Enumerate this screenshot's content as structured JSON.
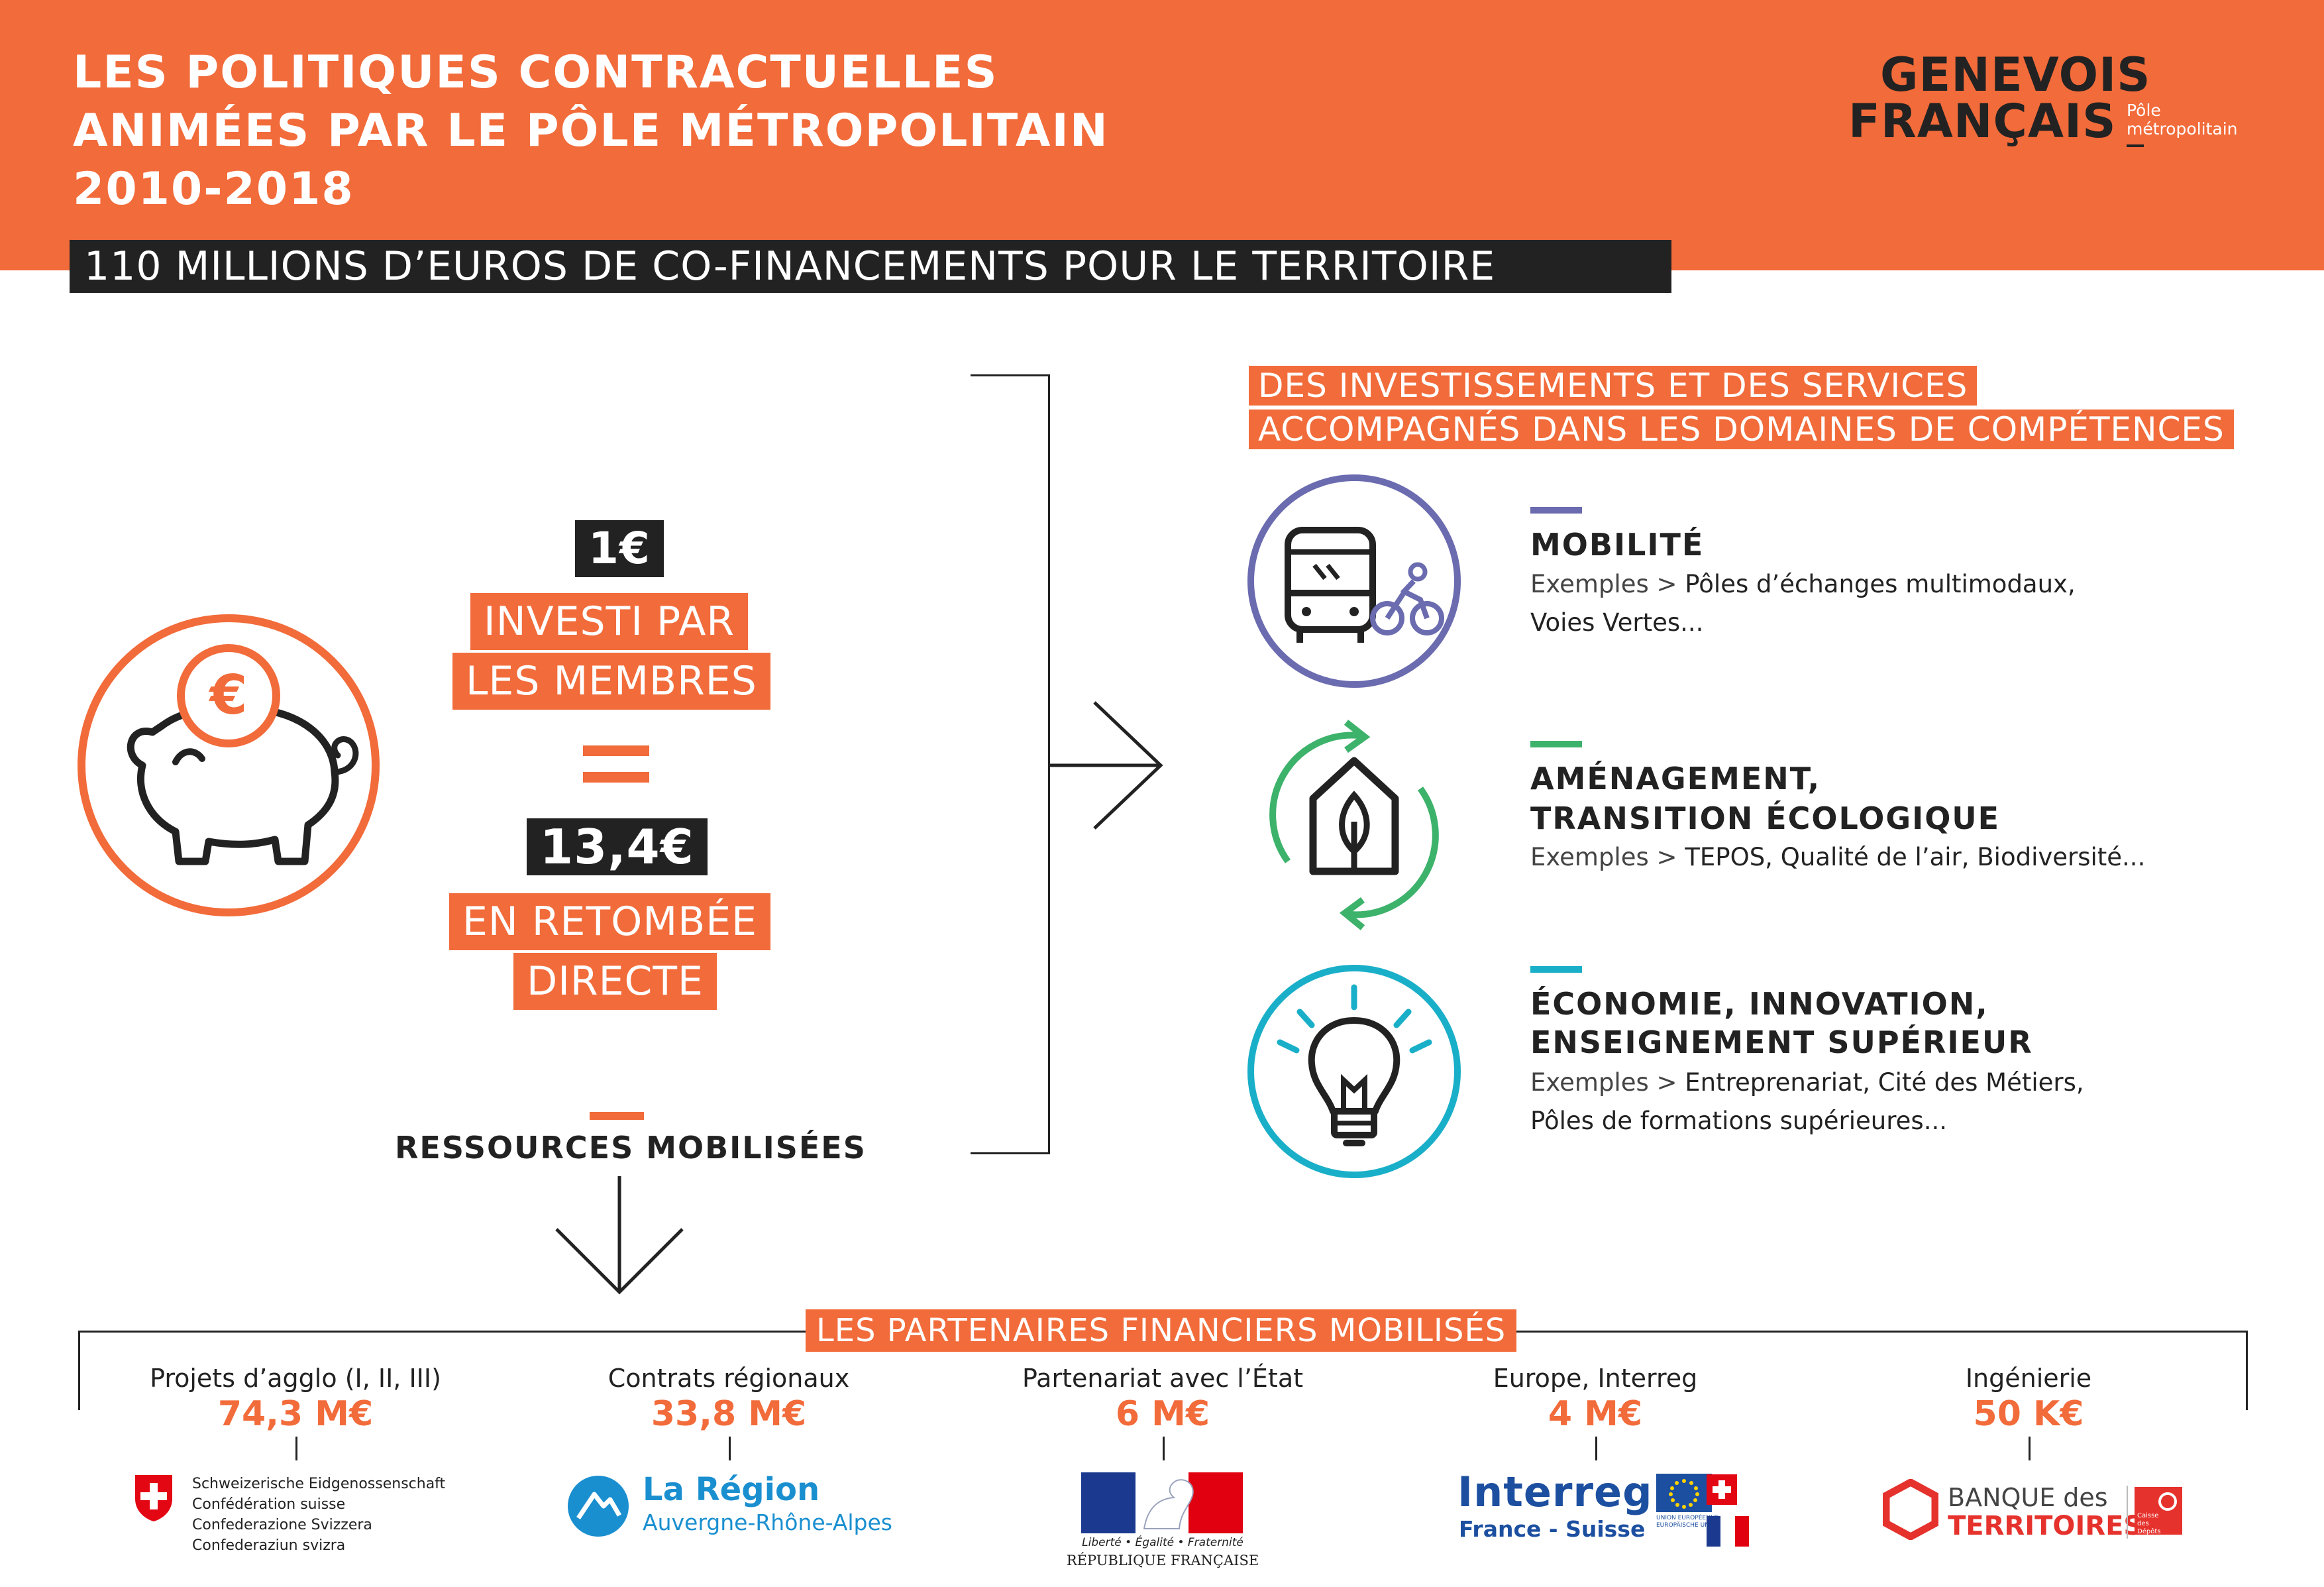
{
  "header": {
    "title_lines": [
      "LES POLITIQUES CONTRACTUELLES",
      "ANIMÉES PAR LE PÔLE MÉTROPOLITAIN",
      "2010-2018"
    ],
    "brand": {
      "line1": "GENEVOIS",
      "line2": "FRANÇAIS",
      "sub1": "Pôle",
      "sub2": "métropolitain"
    },
    "banner": "110 MILLIONS D’EUROS DE CO-FINANCEMENTS POUR LE TERRITOIRE"
  },
  "left": {
    "euro_symbol": "€",
    "amount1": "1€",
    "invested_lines": [
      "INVESTI PAR",
      "LES MEMBRES"
    ],
    "amount2": "13,4€",
    "return_lines": [
      "EN RETOMBÉE",
      "DIRECTE"
    ],
    "resources_label": "RESSOURCES MOBILISÉES"
  },
  "right": {
    "heading_lines": [
      "DES INVESTISSEMENTS ET DES SERVICES",
      "ACCOMPAGNÉS DANS LES DOMAINES DE COMPÉTENCES"
    ],
    "domains": [
      {
        "title_lines": [
          "MOBILITÉ"
        ],
        "prefix": "Exemples > ",
        "text_lines": [
          "Pôles d’échanges multimodaux,",
          "Voies Vertes..."
        ],
        "color": "#6B6BB0",
        "icon": "bus-bike-icon"
      },
      {
        "title_lines": [
          "AMÉNAGEMENT,",
          "TRANSITION ÉCOLOGIQUE"
        ],
        "prefix": "Exemples > ",
        "text_lines": [
          "TEPOS, Qualité de l’air, Biodiversité..."
        ],
        "color": "#3DB26B",
        "icon": "eco-house-icon"
      },
      {
        "title_lines": [
          "ÉCONOMIE, INNOVATION,",
          "ENSEIGNEMENT SUPÉRIEUR"
        ],
        "prefix": "Exemples > ",
        "text_lines": [
          "Entreprenariat, Cité des Métiers,",
          "Pôles de formations supérieures..."
        ],
        "color": "#1AAFC8",
        "icon": "lightbulb-icon"
      }
    ]
  },
  "partners": {
    "heading": "LES PARTENAIRES FINANCIERS MOBILISÉS",
    "items": [
      {
        "label": "Projets d’agglo (I, II, III)",
        "value": "74,3 M€",
        "logo_lines": [
          "Schweizerische Eidgenossenschaft",
          "Confédération suisse",
          "Confederazione Svizzera",
          "Confederaziun svizra"
        ]
      },
      {
        "label": "Contrats régionaux",
        "value": "33,8 M€",
        "logo_lines": [
          "La Région",
          "Auvergne-Rhône-Alpes"
        ]
      },
      {
        "label": "Partenariat avec l’État",
        "value": "6 M€",
        "logo_lines": [
          "Liberté • Égalité • Fraternité",
          "RÉPUBLIQUE FRANÇAISE"
        ]
      },
      {
        "label": "Europe, Interreg",
        "value": "4 M€",
        "logo_lines": [
          "Interreg",
          "France - Suisse",
          "UNION EUROPÉENNE",
          "EUROPÄISCHE UNION"
        ]
      },
      {
        "label": "Ingénierie",
        "value": "50 K€",
        "logo_lines": [
          "BANQUE des",
          "TERRITOIRES",
          "Caisse des Dépôts"
        ]
      }
    ]
  },
  "colors": {
    "orange": "#F26B3A",
    "dark": "#222222",
    "mobility": "#6B6BB0",
    "eco": "#3DB26B",
    "innovation": "#1AAFC8",
    "swiss_red": "#E30613",
    "region_blue": "#1A8FD0",
    "france_blue": "#1B3A8F",
    "france_red": "#E1000F",
    "eu_blue": "#1C4FA0"
  }
}
